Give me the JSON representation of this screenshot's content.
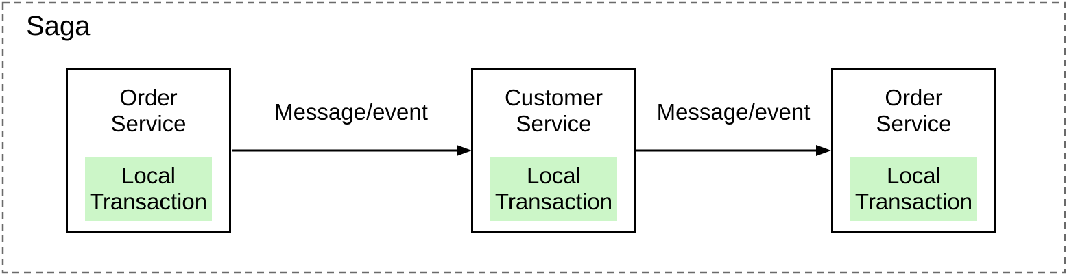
{
  "diagram": {
    "title": "Saga",
    "nodes": [
      {
        "id": "order-service-1",
        "label": "Order\nService",
        "local_transaction_label": "Local\nTransaction"
      },
      {
        "id": "customer-service",
        "label": "Customer\nService",
        "local_transaction_label": "Local\nTransaction"
      },
      {
        "id": "order-service-2",
        "label": "Order\nService",
        "local_transaction_label": "Local\nTransaction"
      }
    ],
    "edges": [
      {
        "from": "order-service-1",
        "to": "customer-service",
        "label": "Message/event"
      },
      {
        "from": "customer-service",
        "to": "order-service-2",
        "label": "Message/event"
      }
    ],
    "colors": {
      "background": "#ffffff",
      "boundary_border": "#6a6a6a",
      "node_border": "#000000",
      "local_transaction_fill": "#ccf6c8",
      "arrow": "#000000",
      "text": "#000000"
    }
  }
}
